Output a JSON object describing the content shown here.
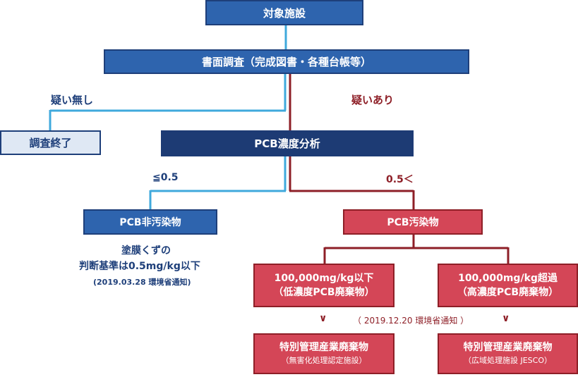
{
  "nodes": {
    "target": "対象施設",
    "survey": "書面調査（完成図書・各種台帳等）",
    "survey_end": "調査終了",
    "pcb_analysis": "PCB濃度分析",
    "non_contaminated": "PCB非汚染物",
    "contaminated": "PCB汚染物",
    "low_conc_line1": "100,000mg/kg以下",
    "low_conc_line2": "（低濃度PCB廃棄物）",
    "high_conc_line1": "100,000mg/kg超過",
    "high_conc_line2": "（高濃度PCB廃棄物）",
    "special_waste_left": "特別管理産業廃棄物",
    "special_waste_left_sub": "（無害化処理認定施設）",
    "special_waste_right": "特別管理産業廃棄物",
    "special_waste_right_sub": "（広域処理施設 JESCO）"
  },
  "labels": {
    "no_doubt": "疑い無し",
    "doubt": "疑いあり",
    "le_threshold": "≦0.5",
    "gt_threshold": "0.5＜",
    "paint_line1": "塗膜くずの",
    "paint_line2": "判断基準は0.5mg/kg以下",
    "paint_note": "(2019.03.28 環境省通知)",
    "notice_2019_12": "（ 2019.12.20 環境省通知 ）",
    "chevron": "∨"
  },
  "colors": {
    "blue_line": "#3fa9dc",
    "red_line": "#8e1f27",
    "box_blue": "#2e64ae",
    "box_navy": "#1d3b74",
    "box_red": "#d44657",
    "box_pale": "#dfe8f4"
  }
}
